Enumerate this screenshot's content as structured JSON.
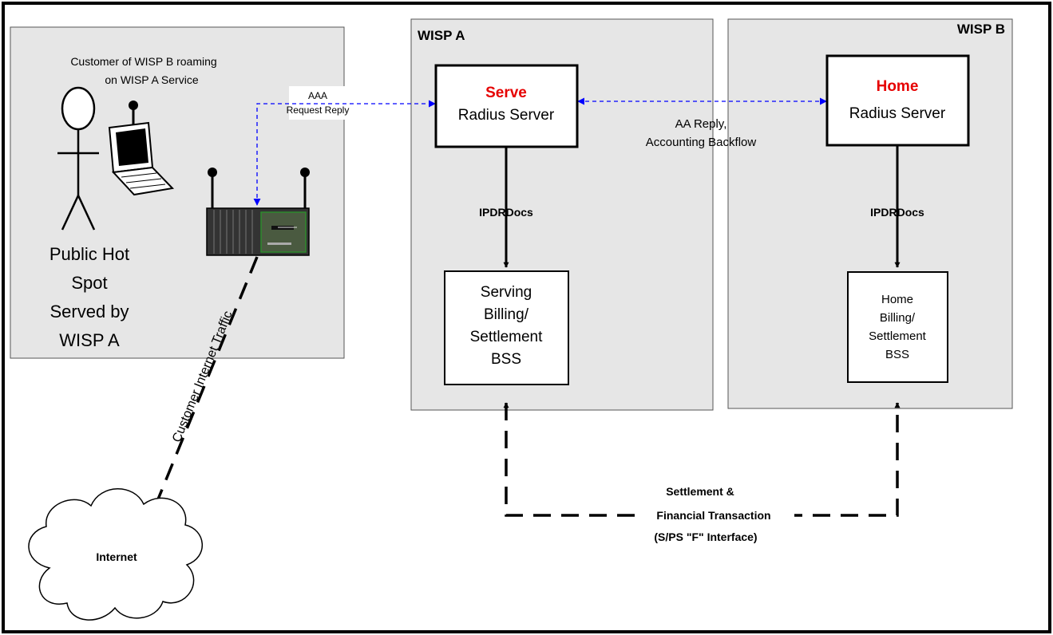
{
  "hotspot": {
    "customer_line1": "Customer of WISP B roaming",
    "customer_line2": "on WISP A Service",
    "label_line1": "Public Hot",
    "label_line2": "Spot",
    "label_line3": "Served by",
    "label_line4": "WISP A"
  },
  "aaa": {
    "line1": "AAA",
    "line2": "Request Reply"
  },
  "wisp_a": {
    "title": "WISP A",
    "server_highlight": "Serve",
    "server_name": "Radius Server",
    "link_label": "IPDRDocs",
    "billing_line1": "Serving",
    "billing_line2": "Billing/",
    "billing_line3": "Settlement",
    "billing_line4": "BSS"
  },
  "wisp_b": {
    "title": "WISP B",
    "server_highlight": "Home",
    "server_name": "Radius Server",
    "link_label": "IPDRDocs",
    "billing_line1": "Home",
    "billing_line2": "Billing/",
    "billing_line3": "Settlement",
    "billing_line4": "BSS"
  },
  "aa_reply": {
    "line1": "AA Reply,",
    "line2": "Accounting Backflow"
  },
  "traffic_label": "Customer Internet Traffic",
  "internet_label": "Internet",
  "settlement": {
    "line1": "Settlement &",
    "line2": "Financial Transaction",
    "line3": "(S/PS \"F\" Interface)"
  },
  "colors": {
    "panel": "#e6e6e6",
    "accent_red": "#e60000",
    "dashed_blue": "#0000ff"
  }
}
